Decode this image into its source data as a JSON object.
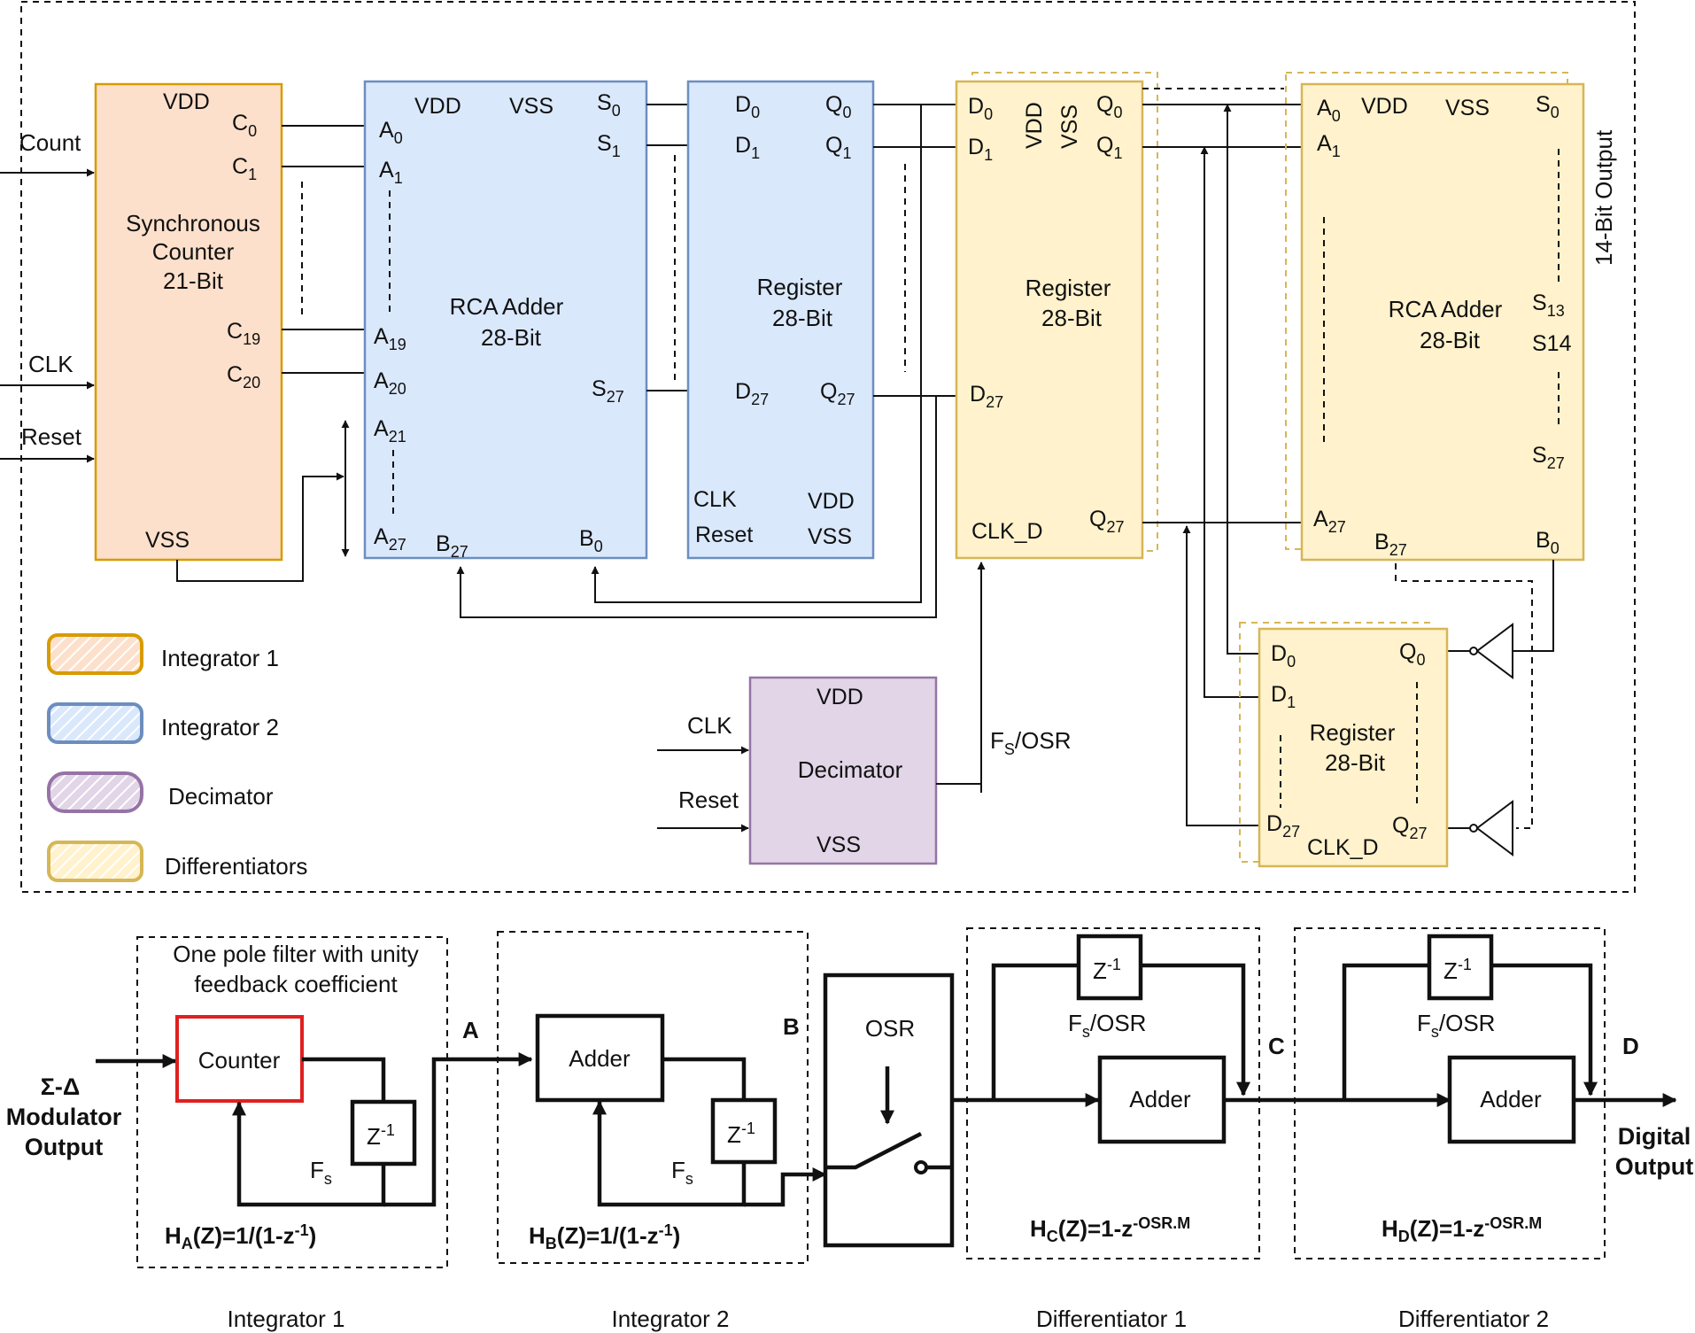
{
  "colors": {
    "integrator1": {
      "fill": "#fde0cb",
      "stroke": "#d79b00"
    },
    "integrator2": {
      "fill": "#dae8fc",
      "stroke": "#6c8ebf"
    },
    "decimator": {
      "fill": "#e1d5e7",
      "stroke": "#9673a6"
    },
    "differentiator": {
      "fill": "#fff2cc",
      "stroke": "#d6b656"
    },
    "counter_highlight": "#e02020"
  },
  "counter": {
    "title": [
      "Synchronous",
      "Counter",
      "21-Bit"
    ],
    "vdd": "VDD",
    "vss": "VSS",
    "outputs": [
      "C0",
      "C1",
      "C19",
      "C20"
    ],
    "inputs": [
      "Count",
      "CLK",
      "Reset"
    ]
  },
  "adder1": {
    "title": [
      "RCA Adder",
      "28-Bit"
    ],
    "vdd": "VDD",
    "vss": "VSS",
    "a_pins": [
      "A0",
      "A1",
      "A19",
      "A20",
      "A21",
      "A27"
    ],
    "b_pins": [
      "B27",
      "B0"
    ],
    "s_pins": [
      "S0",
      "S1",
      "S27"
    ]
  },
  "register1": {
    "title": [
      "Register",
      "28-Bit"
    ],
    "d_pins": [
      "D0",
      "D1",
      "D27"
    ],
    "q_pins": [
      "Q0",
      "Q1",
      "Q27"
    ],
    "clk": "CLK",
    "reset": "Reset",
    "vdd": "VDD",
    "vss": "VSS"
  },
  "register2": {
    "title": [
      "Register",
      "28-Bit"
    ],
    "d_pins": [
      "D0",
      "D1",
      "D27"
    ],
    "q_pins": [
      "Q0",
      "Q1",
      "Q27"
    ],
    "vdd": "VDD",
    "vss": "VSS",
    "clk": "CLK_D"
  },
  "adder2": {
    "title": [
      "RCA Adder",
      "28-Bit"
    ],
    "vdd": "VDD",
    "vss": "VSS",
    "a_pins": [
      "A0",
      "A1",
      "A27"
    ],
    "b_pins": [
      "B27",
      "B0"
    ],
    "s_pins": [
      "S0",
      "S13",
      "S14",
      "S27"
    ],
    "output_label": "14-Bit Output"
  },
  "register3": {
    "title": [
      "Register",
      "28-Bit"
    ],
    "d_pins": [
      "D0",
      "D1",
      "D27"
    ],
    "q_pins": [
      "Q0",
      "Q27"
    ],
    "clk": "CLK_D"
  },
  "decimator": {
    "title": "Decimator",
    "vdd": "VDD",
    "vss": "VSS",
    "inputs": [
      "CLK",
      "Reset"
    ],
    "output": "FS/OSR"
  },
  "legend": [
    "Integrator 1",
    "Integrator 2",
    "Decimator",
    "Differentiators"
  ],
  "block": {
    "input_label": [
      "Σ-Δ",
      "Modulator",
      "Output"
    ],
    "output_label": [
      "Digital",
      "Output"
    ],
    "integrator1": {
      "caption": [
        "One pole filter with unity",
        "feedback coefficient"
      ],
      "counter": "Counter",
      "delay": "Z-1",
      "clock": "Fs",
      "transfer": "HA(Z)=1/(1-z-1)",
      "node": "A",
      "name": "Integrator 1"
    },
    "integrator2": {
      "adder": "Adder",
      "delay": "Z-1",
      "clock": "Fs",
      "transfer": "HB(Z)=1/(1-z-1)",
      "node": "B",
      "name": "Integrator 2"
    },
    "decimator": {
      "label": "OSR"
    },
    "differentiator1": {
      "delay": "Z-1",
      "clock": "Fs/OSR",
      "adder": "Adder",
      "transfer": "HC(Z)=1-z-OSR.M",
      "node": "C",
      "name": "Differentiator 1"
    },
    "differentiator2": {
      "delay": "Z-1",
      "clock": "Fs/OSR",
      "adder": "Adder",
      "transfer": "HD(Z)=1-z-OSR.M",
      "node": "D",
      "name": "Differentiator 2"
    }
  }
}
